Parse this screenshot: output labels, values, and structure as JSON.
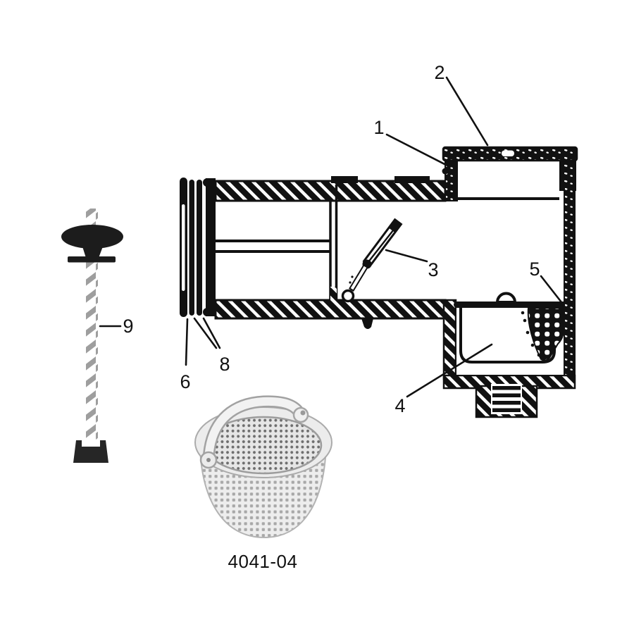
{
  "figure": {
    "caption": "4041-04",
    "callouts": [
      {
        "label": "1"
      },
      {
        "label": "2"
      },
      {
        "label": "3"
      },
      {
        "label": "4"
      },
      {
        "label": "5"
      },
      {
        "label": "6"
      },
      {
        "label": "8"
      },
      {
        "label": "9"
      }
    ],
    "colors": {
      "ink": "#111111",
      "rod_gray": "#9e9e9e",
      "hardware_black": "#1c1c1c",
      "photo_light": "#ececec",
      "photo_mesh": "#6e6e6e",
      "background": "#ffffff"
    }
  }
}
